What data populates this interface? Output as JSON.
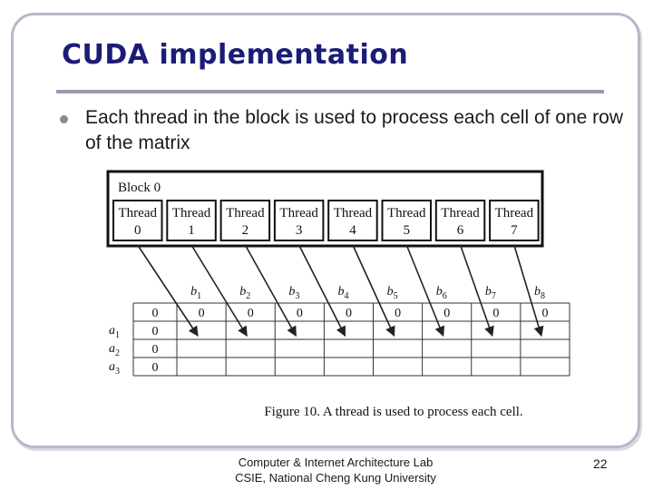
{
  "slide": {
    "title": "CUDA implementation",
    "bullet": "Each thread in the block is used to process each cell of one row of the matrix",
    "footer_line1": "Computer & Internet Architecture Lab",
    "footer_line2": "CSIE, National Cheng Kung University",
    "page_number": "22"
  },
  "figure": {
    "block_label": "Block 0",
    "thread_word": "Thread",
    "threads": [
      "0",
      "1",
      "2",
      "3",
      "4",
      "5",
      "6",
      "7"
    ],
    "column_headers": [
      "b1",
      "b2",
      "b3",
      "b4",
      "b5",
      "b6",
      "b7",
      "b8"
    ],
    "row_labels": [
      "a1",
      "a2",
      "a3"
    ],
    "first_row_values": [
      "0",
      "0",
      "0",
      "0",
      "0",
      "0",
      "0",
      "0",
      "0"
    ],
    "first_column_values": [
      "0",
      "0",
      "0"
    ],
    "caption": "Figure 10. A thread is used to process each cell."
  }
}
